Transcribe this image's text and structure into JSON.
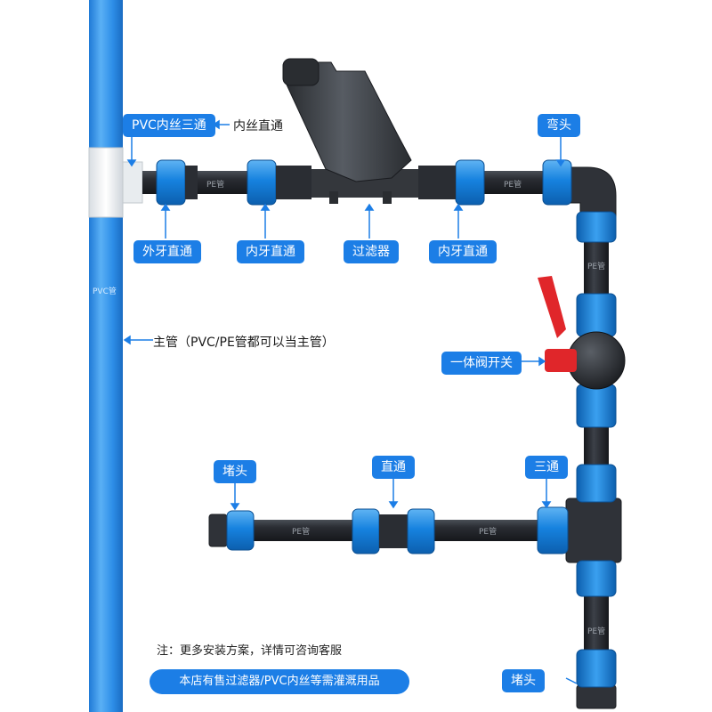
{
  "labels": {
    "pvc_inner_tee": "PVC内丝三通",
    "inner_thread_straight": "内丝直通",
    "elbow": "弯头",
    "outer_tooth_straight": "外牙直通",
    "inner_tooth_straight_1": "内牙直通",
    "filter": "过滤器",
    "inner_tooth_straight_2": "内牙直通",
    "main_pipe": "主管（PVC/PE管都可以当主管）",
    "ball_valve": "一体阀开关",
    "end_cap_left": "堵头",
    "straight_coupling": "直通",
    "tee": "三通",
    "end_cap_bottom": "堵头"
  },
  "pipe_text": {
    "pvc": "PVC管",
    "pe_top": "PE管",
    "pe_right": "PE管",
    "pe_bottom_left": "PE管",
    "pe_bottom_right": "PE管",
    "pe_vertical": "PE管"
  },
  "notes": {
    "install_note": "注：更多安装方案，详情可咨询客服",
    "shop_banner": "本店有售过滤器/PVC内丝等需灌溉用品"
  },
  "colors": {
    "pvc_pipe": "#2d8ee8",
    "pe_pipe": "#2a2d33",
    "fitting_blue": "#1682df",
    "label_blue": "#1c7ee6",
    "valve_handle": "#e0262a",
    "pointer": "#1c7ee6"
  }
}
